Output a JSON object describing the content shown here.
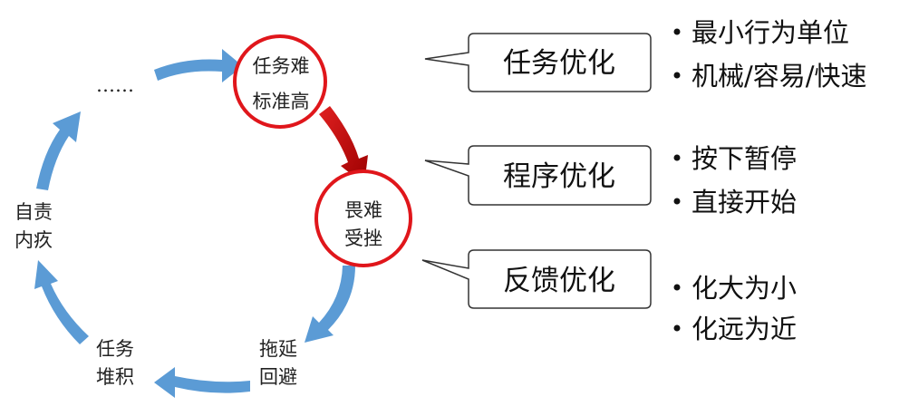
{
  "colors": {
    "arrow_blue": "#5B9BD5",
    "arrow_red": "#C00000",
    "circle_red": "#E0161B",
    "callout_border": "#333333"
  },
  "cycle": {
    "task_hard": [
      "任务难",
      "标准高"
    ],
    "fear": [
      "畏难",
      "受挫"
    ],
    "delay": [
      "拖延",
      "回避"
    ],
    "pile": [
      "任务",
      "堆积"
    ],
    "guilt": [
      "自责",
      "内疚"
    ],
    "ellipsis": "……"
  },
  "callouts": [
    {
      "label": "任务优化",
      "bullets": [
        "最小行为单位",
        "机械/容易/快速"
      ]
    },
    {
      "label": "程序优化",
      "bullets": [
        "按下暂停",
        "直接开始"
      ]
    },
    {
      "label": "反馈优化",
      "bullets": [
        "化大为小",
        "化远为近"
      ]
    }
  ]
}
